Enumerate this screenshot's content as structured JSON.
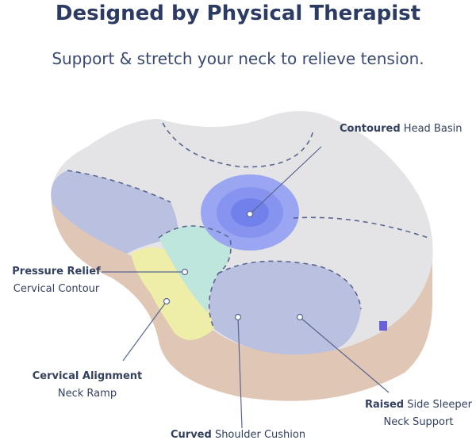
{
  "header": {
    "title": "Designed by Physical Therapist",
    "subtitle": "Support & stretch your neck to relieve tension."
  },
  "callouts": {
    "head_basin": {
      "bold": "Contoured",
      "rest": " Head Basin"
    },
    "pressure_relief": {
      "line1": "Pressure Relief",
      "line2": "Cervical Contour"
    },
    "cervical_alignment": {
      "line1": "Cervical Alignment",
      "line2": "Neck Ramp"
    },
    "side_sleeper": {
      "bold": "Raised",
      "rest": " Side Sleeper",
      "line2": "Neck Support"
    },
    "shoulder_cushion": {
      "bold": "Curved",
      "rest": " Shoulder Cushion"
    }
  },
  "colors": {
    "title": "#2c3b63",
    "pillow_gray": "#e4e4e6",
    "side_blue": "#b9c0e0",
    "base_tan": "#e0c6b4",
    "basin_blue": "#7f8ef0",
    "relief_mint": "#bfe6dc",
    "ramp_yellow": "#eeeea8"
  }
}
